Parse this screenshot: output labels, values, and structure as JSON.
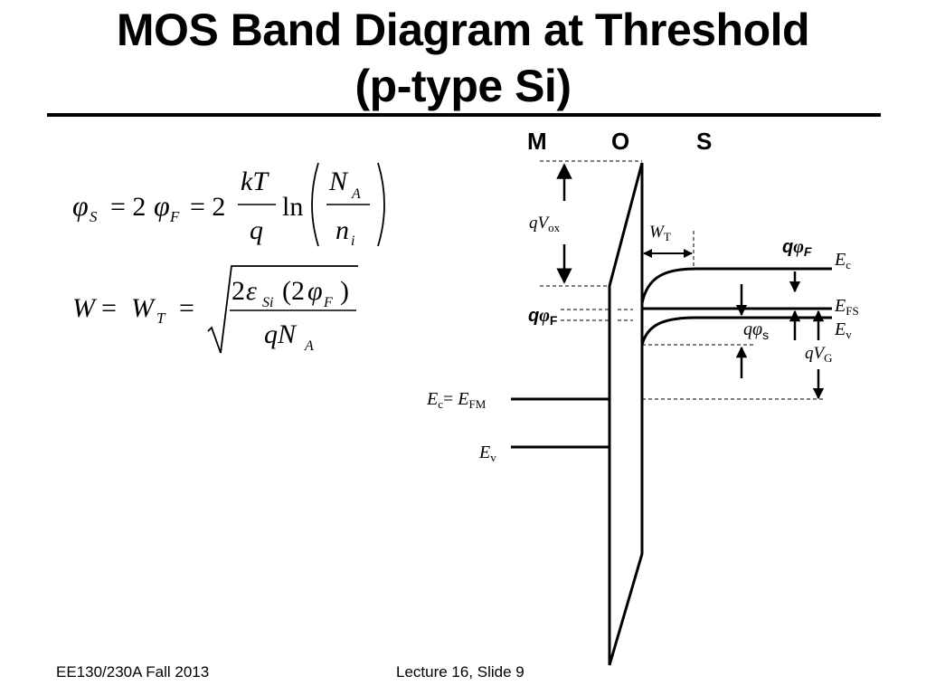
{
  "title": {
    "line1": "MOS Band Diagram at Threshold",
    "line2": "(p-type Si)"
  },
  "regions": {
    "metal": "M",
    "oxide": "O",
    "semiconductor": "S"
  },
  "equations": {
    "phi_s": {
      "lhs_sym": "φ",
      "lhs_sub": "S",
      "eq1": "= 2",
      "phi": "φ",
      "phi_sub": "F",
      "eq2": "= 2",
      "num": "kT",
      "den": "q",
      "ln": "ln",
      "arg_num": "N",
      "arg_num_sub": "A",
      "arg_den": "n",
      "arg_den_sub": "i"
    },
    "width": {
      "lhs": "W",
      "eq1": "=",
      "wt": "W",
      "wt_sub": "T",
      "eq2": "=",
      "num_pre": "2",
      "eps": "ε",
      "eps_sub": "Si",
      "num_mid": "(2",
      "phi": "φ",
      "phi_sub": "F",
      "num_end": ")",
      "den": "qN",
      "den_sub": "A"
    }
  },
  "labels": {
    "qVox": {
      "q": "qV",
      "sub": "ox"
    },
    "WT": {
      "main": "W",
      "sub": "T"
    },
    "qphiF_right": {
      "q": "q",
      "phi": "φ",
      "sub": "F"
    },
    "qphiF_left": {
      "q": "q",
      "phi": "φ",
      "sub": "F"
    },
    "Ec_right": {
      "main": "E",
      "sub": "c"
    },
    "EFS": {
      "main": "E",
      "sub": "FS"
    },
    "Ev_right": {
      "main": "E",
      "sub": "v"
    },
    "qphis": {
      "q": "q",
      "phi": "φ",
      "sub": "s"
    },
    "qVG": {
      "q": "qV",
      "sub": "G"
    },
    "EcEFM": {
      "e1": "E",
      "s1": "c",
      "eq": "= ",
      "e2": "E",
      "s2": "FM"
    },
    "Ev_left": {
      "main": "E",
      "sub": "v"
    }
  },
  "footer": {
    "course": "EE130/230A Fall 2013",
    "slide": "Lecture 16, Slide 9"
  }
}
